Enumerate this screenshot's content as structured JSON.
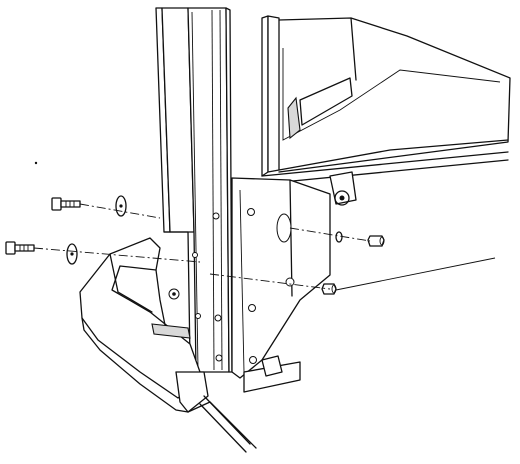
{
  "diagram": {
    "labels": [],
    "parts": [
      "bolt",
      "washer",
      "nut",
      "upright-post",
      "corner-bracket",
      "base-foot",
      "cabinet-frame"
    ],
    "line_color": "#111111",
    "background": "#ffffff"
  }
}
